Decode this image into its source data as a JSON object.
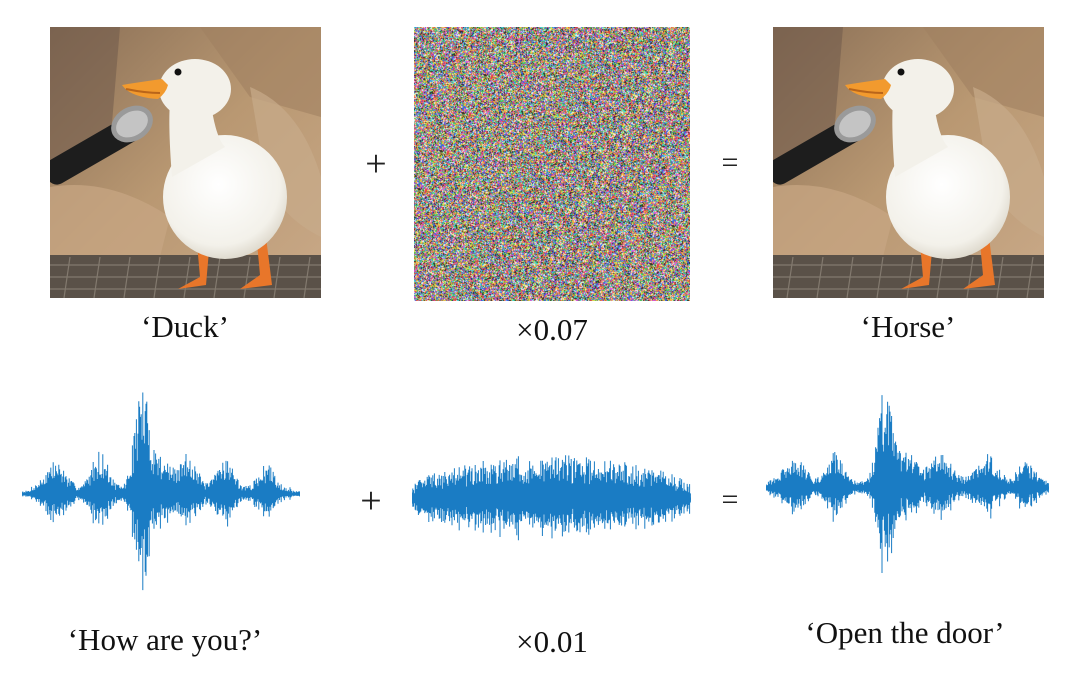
{
  "colors": {
    "waveform": "#1a7cc4",
    "background": "#ffffff",
    "duck_body": "#f3f1ea",
    "duck_beak": "#f29a2e",
    "backdrop": "#b99872",
    "microphone": "#1d1d1d"
  },
  "image_row": {
    "left": {
      "subject": "duck-photo",
      "caption": "‘Duck’"
    },
    "operator_plus": "+",
    "middle": {
      "subject": "noise-pattern",
      "caption": "×0.07"
    },
    "operator_equals": "=",
    "right": {
      "subject": "duck-photo",
      "caption": "‘Horse’"
    }
  },
  "audio_row": {
    "left": {
      "subject": "speech-waveform",
      "caption": "‘How are you?’"
    },
    "operator_plus": "+",
    "middle": {
      "subject": "noise-waveform",
      "caption": "×0.01"
    },
    "operator_equals": "=",
    "right": {
      "subject": "speech-waveform",
      "caption": "‘Open the door’"
    }
  }
}
